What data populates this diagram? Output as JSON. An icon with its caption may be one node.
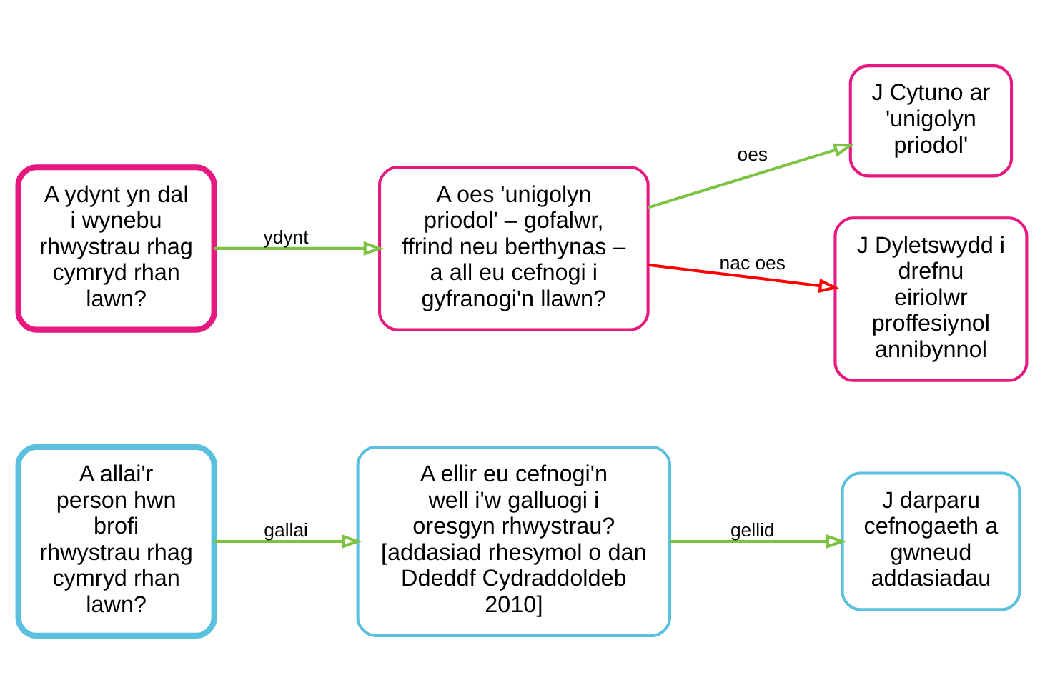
{
  "diagram": {
    "nodes": [
      {
        "text": [
          "A allai'r person hwn brofi rhwystrau rhag cymryd rhan lawn?"
        ]
      },
      {
        "text": [
          "A ellir eu cefnogi'n well i'w galluogi i oresgyn rhwystrau?",
          "[addasiad rhesymol o dan Ddeddf Cydraddoldeb 2010]"
        ]
      },
      {
        "text": [
          "J darparu cefnogaeth a gwneud addasiadau"
        ]
      },
      {
        "text": [
          "A ydynt yn dal i wynebu rhwystrau rhag cymryd rhan lawn?"
        ]
      },
      {
        "text": [
          "A oes 'unigolyn priodol' – gofalwr, ffrind neu berthynas – a all eu cefnogi i gyfranogi'n llawn?"
        ]
      },
      {
        "text": [
          "J Cytuno ar 'unigolyn priodol'"
        ]
      },
      {
        "text": [
          "J Dyletswydd i drefnu eiriolwr proffesiynol annibynnol"
        ]
      }
    ],
    "edges": [
      {
        "from": 0,
        "to": 1,
        "arrow": "to",
        "label": "gallai"
      },
      {
        "from": 1,
        "to": 2,
        "arrow": "to",
        "label": "gellid"
      },
      {
        "from": 3,
        "to": 4,
        "arrow": "to",
        "label": "ydynt"
      },
      {
        "from": 4,
        "to": 5,
        "arrow": "to",
        "label": "oes"
      },
      {
        "from": 4,
        "to": 6,
        "arrow": "to",
        "label": "nac oes",
        "color": "#ff0000"
      }
    ]
  }
}
